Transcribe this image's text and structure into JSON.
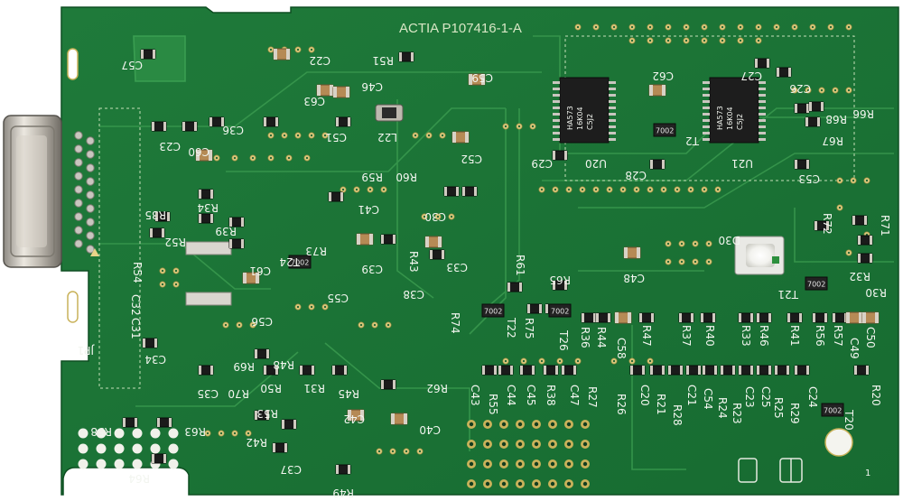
{
  "board": {
    "title_text": "ACTIA P107416-1-A",
    "chips": {
      "u20_marking": [
        "HA573",
        "16K04",
        "C5J2"
      ],
      "u21_marking": [
        "HA573",
        "16K04",
        "C5J2"
      ]
    },
    "transistor_code": "7002",
    "labels": {
      "C57": "C57",
      "C22": "C22",
      "R51": "R51",
      "C59": "C59",
      "C62": "C62",
      "C27": "C27",
      "C26": "C26",
      "C46": "C46",
      "C63": "C63",
      "C36": "C36",
      "C51": "C51",
      "L22": "L22",
      "C23": "C23",
      "C60": "C60",
      "C52": "C52",
      "C29": "C29",
      "U20": "U20",
      "C28": "C28",
      "U21": "U21",
      "T2": "T2",
      "R66": "R66",
      "R68": "R68",
      "R67": "R67",
      "C53": "C53",
      "R60": "R60",
      "R59": "R59",
      "R35": "R35",
      "R34": "R34",
      "C41": "C41",
      "C30": "C30",
      "R39": "R39",
      "R52": "R52",
      "R54": "R54",
      "R73": "R73",
      "T24": "T24",
      "C39": "C39",
      "C33": "C33",
      "R43": "R43",
      "C38": "C38",
      "C61": "C61",
      "C55": "C55",
      "C56": "C56",
      "C32": "C32",
      "C31": "C31",
      "R61": "R61",
      "R65": "R65",
      "C48": "C48",
      "D30": "D30",
      "R72": "R72",
      "R71": "R71",
      "R32": "R32",
      "R30": "R30",
      "T21": "T21",
      "R74": "R74",
      "T22": "T22",
      "R75": "R75",
      "T26": "T26",
      "R36": "R36",
      "R44": "R44",
      "C58": "C58",
      "R47": "R47",
      "R37": "R37",
      "R40": "R40",
      "R33": "R33",
      "R46": "R46",
      "R41": "R41",
      "R56": "R56",
      "R57": "R57",
      "C49": "C49",
      "C50": "C50",
      "JP1": "JP1",
      "C34": "C34",
      "R69": "R69",
      "R48": "R48",
      "C35": "C35",
      "R70": "R70",
      "R50": "R50",
      "R31": "R31",
      "R45": "R45",
      "R62": "R62",
      "R53": "R53",
      "R42": "R42",
      "C42": "C42",
      "C40": "C40",
      "C37": "C37",
      "R49": "R49",
      "R58": "R58",
      "R63": "R63",
      "R64": "R64",
      "C43": "C43",
      "R55": "R55",
      "C44": "C44",
      "C45": "C45",
      "R38": "R38",
      "C47": "C47",
      "R27": "R27",
      "R26": "R26",
      "C20": "C20",
      "R21": "R21",
      "R28": "R28",
      "C21": "C21",
      "C54": "C54",
      "R24": "R24",
      "R23": "R23",
      "C23b": "C23",
      "C25": "C25",
      "R25": "R25",
      "R29": "R29",
      "C24": "C24",
      "R20": "R20",
      "T20": "T20"
    },
    "corner_mark": "1"
  }
}
